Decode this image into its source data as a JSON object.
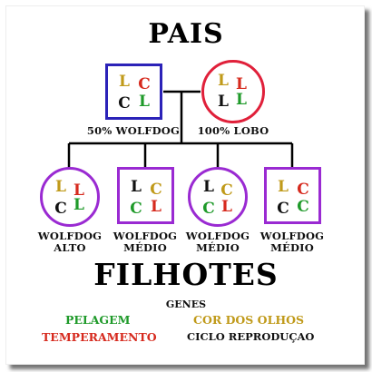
{
  "title_top": "PAIS",
  "title_bottom": "FILHOTES",
  "colors": {
    "pelagem": "#1f9a2a",
    "olhos": "#c09a1a",
    "temperamento": "#d62a1e",
    "ciclo": "#111111",
    "wolfdog_border": "#2b22b8",
    "wolf_border": "#e0203a",
    "pup_border": "#9a2ad2"
  },
  "parents": [
    {
      "label": "50% WOLFDOG",
      "shape": "square",
      "genes": [
        "L",
        "C",
        "C",
        "L"
      ]
    },
    {
      "label": "100% LOBO",
      "shape": "circle",
      "genes": [
        "L",
        "L",
        "L",
        "L"
      ]
    }
  ],
  "pups": [
    {
      "label_line1": "WOLFDOG",
      "label_line2": "ALTO",
      "shape": "circle",
      "genes": [
        "L",
        "L",
        "C",
        "L"
      ]
    },
    {
      "label_line1": "WOLFDOG",
      "label_line2": "MÉDIO",
      "shape": "square",
      "genes": [
        "L",
        "C",
        "C",
        "L"
      ]
    },
    {
      "label_line1": "WOLFDOG",
      "label_line2": "MÉDIO",
      "shape": "circle",
      "genes": [
        "L",
        "C",
        "C",
        "L"
      ]
    },
    {
      "label_line1": "WOLFDOG",
      "label_line2": "MÉDIO",
      "shape": "square",
      "genes": [
        "L",
        "C",
        "C",
        "C"
      ]
    }
  ],
  "legend": {
    "title": "GENES",
    "pelagem": "PELAGEM",
    "olhos": "COR DOS OLHOS",
    "temperamento": "TEMPERAMENTO",
    "ciclo": "CICLO REPRODUÇAO"
  }
}
